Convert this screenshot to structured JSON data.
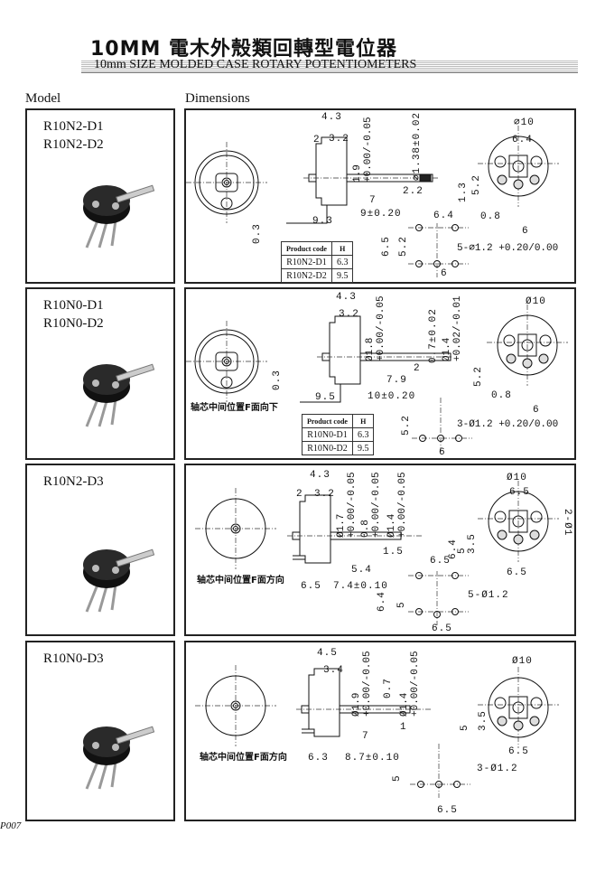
{
  "title": "10MM 電木外殼類回轉型電位器",
  "subtitle": "10mm  SIZE MOLDED CASE ROTARY POTENTIOMETERS",
  "headers": {
    "model": "Model",
    "dimensions": "Dimensions"
  },
  "page_number": "P007",
  "sections": [
    {
      "models": [
        "R10N2-D1",
        "R10N2-D2"
      ],
      "caption": null,
      "table": {
        "header": [
          "Product code",
          "H"
        ],
        "rows": [
          [
            "R10N2-D1",
            "6.3"
          ],
          [
            "R10N2-D2",
            "9.5"
          ]
        ]
      },
      "dims": [
        "4.3",
        "2",
        "3.2",
        "1.9 +0.00/-0.05",
        "⌀1.38±0.02",
        "2.2",
        "7",
        "9±0.20",
        "9.3",
        "0.3",
        "⌀10",
        "6.4",
        "1.3",
        "5.2",
        "0.8",
        "6",
        "6.4",
        "6.5",
        "5.2",
        "5-⌀1.2 +0.20/0.00",
        "6"
      ]
    },
    {
      "models": [
        "R10N0-D1",
        "R10N0-D2"
      ],
      "caption": "轴芯中间位置F面向下",
      "table": {
        "header": [
          "Product code",
          "H"
        ],
        "rows": [
          [
            "R10N0-D1",
            "6.3"
          ],
          [
            "R10N0-D2",
            "9.5"
          ]
        ]
      },
      "dims": [
        "4.3",
        "3.2",
        "Ø1.8 +0.00/-0.05",
        "0.7±0.02",
        "Ø1.4 +0.02/-0.01",
        "2",
        "7.9",
        "0.3",
        "9.5",
        "10±0.20",
        "Ø10",
        "5.2",
        "0.8",
        "6",
        "5.2",
        "3-Ø1.2 +0.20/0.00",
        "6"
      ]
    },
    {
      "models": [
        "R10N2-D3"
      ],
      "caption": "轴芯中间位置F面方向",
      "table": null,
      "dims": [
        "4.3",
        "2",
        "3.2",
        "Ø1.7 +0.00/-0.05",
        "0.8 +0.00/-0.05",
        "Ø1.4 +0.00/-0.05",
        "1.5",
        "5.4",
        "6.5",
        "7.4±0.10",
        "Ø10",
        "6.5",
        "2-Ø1",
        "6.4",
        "5",
        "3.5",
        "6.5",
        "6.5",
        "6.4",
        "5",
        "5-Ø1.2",
        "6.5"
      ]
    },
    {
      "models": [
        "R10N0-D3"
      ],
      "caption": "轴芯中间位置F面方向",
      "table": null,
      "dims": [
        "4.5",
        "3.4",
        "Ø1.9 +0.00/-0.05",
        "0.7",
        "Ø1.4 +0.00/-0.05",
        "1",
        "7",
        "6.3",
        "8.7±0.10",
        "Ø10",
        "5",
        "3.5",
        "6.5",
        "5",
        "3-Ø1.2",
        "6.5"
      ]
    }
  ]
}
